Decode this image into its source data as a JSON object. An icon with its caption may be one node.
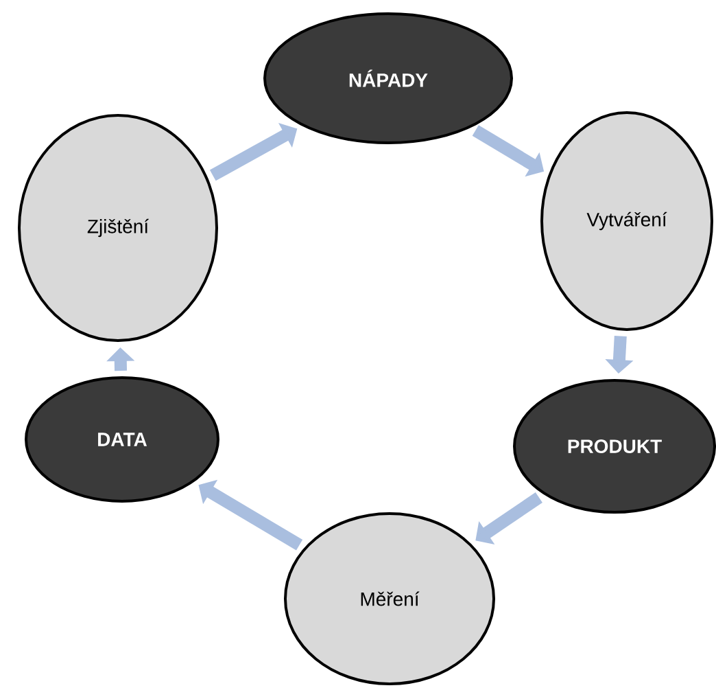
{
  "diagram": {
    "nodes": [
      {
        "text": [
          "NÁPADY"
        ]
      },
      {
        "text": [
          "Vytváření"
        ]
      },
      {
        "text": [
          "PRODUKT"
        ]
      },
      {
        "text": [
          "Měření"
        ]
      },
      {
        "text": [
          "DATA"
        ]
      },
      {
        "text": [
          "Zjištění"
        ]
      }
    ],
    "edges": [
      {
        "from": 0,
        "to": 1,
        "arrow": "to"
      },
      {
        "from": 1,
        "to": 2,
        "arrow": "to"
      },
      {
        "from": 2,
        "to": 3,
        "arrow": "to"
      },
      {
        "from": 3,
        "to": 4,
        "arrow": "to"
      },
      {
        "from": 4,
        "to": 5,
        "arrow": "to"
      },
      {
        "from": 5,
        "to": 0,
        "arrow": "to"
      }
    ]
  }
}
